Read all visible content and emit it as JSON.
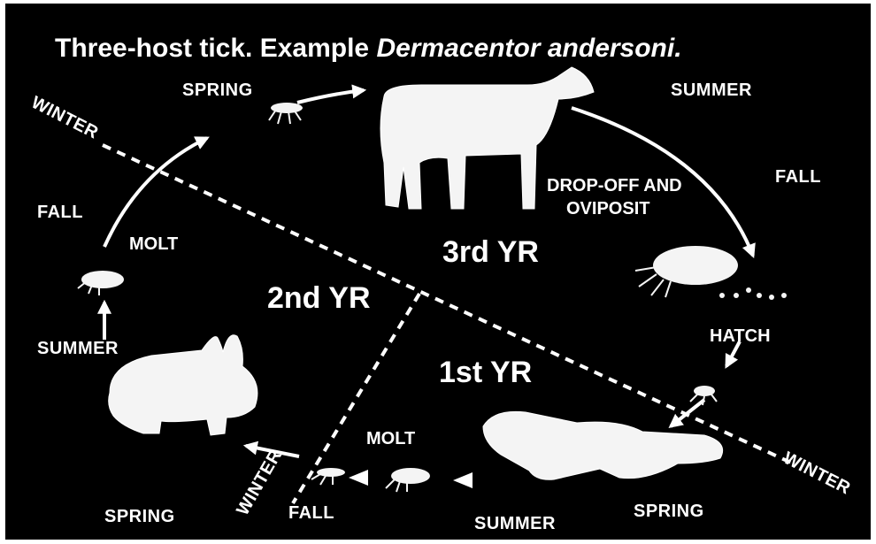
{
  "title": {
    "main": "Three-host tick.  Example ",
    "species": "Dermacentor andersoni."
  },
  "years": {
    "first": "1st YR",
    "second": "2nd YR",
    "third": "3rd YR"
  },
  "seasons": {
    "winter_top": "WINTER",
    "spring_top": "SPRING",
    "summer_top": "SUMMER",
    "fall_left": "FALL",
    "fall_right": "FALL",
    "summer_left": "SUMMER",
    "winter_bottom_right": "WINTER",
    "winter_bottom_left": "WINTER",
    "spring_bottom_left": "SPRING",
    "fall_bottom": "FALL",
    "summer_bottom": "SUMMER",
    "spring_bottom_right": "SPRING"
  },
  "stages": {
    "molt_upper": "MOLT",
    "molt_lower": "MOLT",
    "hatch": "HATCH",
    "dropoff_line1": "DROP-OFF AND",
    "dropoff_line2": "OVIPOSIT"
  },
  "colors": {
    "background": "#000000",
    "foreground": "#ffffff"
  }
}
